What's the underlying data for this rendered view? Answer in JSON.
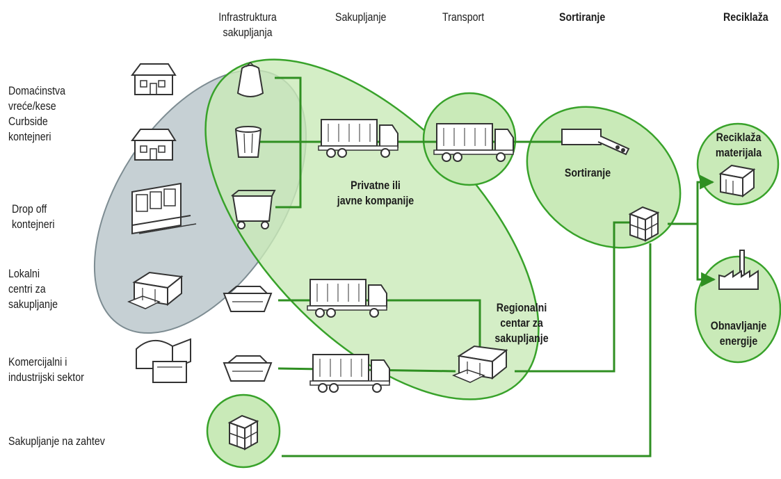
{
  "columns": {
    "infrastructure": "Infrastruktura\nsakupljanja",
    "collection": "Sakupljanje",
    "transport": "Transport",
    "sorting": "Sortiranje",
    "recycling": "Reciklaža"
  },
  "sources": {
    "households": "Domaćinstva\nvreće/kese\nCurbside\nkontejneri",
    "drop_off": "Drop off\nkontejneri",
    "local_centers": "Lokalni\ncentri za\nsakupljanje",
    "commercial": "Komercijalni i\nindustrijski sektor",
    "on_demand": "Sakupljanje na zahtev"
  },
  "regions": {
    "companies": "Privatne ili\njavne kompanije",
    "regional_center": "Regionalni\ncentar za\nsakupljanje",
    "sorting": "Sortiranje",
    "material_recycling": "Reciklaža\nmaterijala",
    "energy_recovery": "Obnavljanje\nenergije"
  },
  "colors": {
    "green_fill": "#c9eab8",
    "green_stroke": "#38a22a",
    "grey_fill": "#c3cdd2",
    "grey_stroke": "#7d8c92",
    "line": "#2f8f22",
    "icon": "#333333"
  }
}
